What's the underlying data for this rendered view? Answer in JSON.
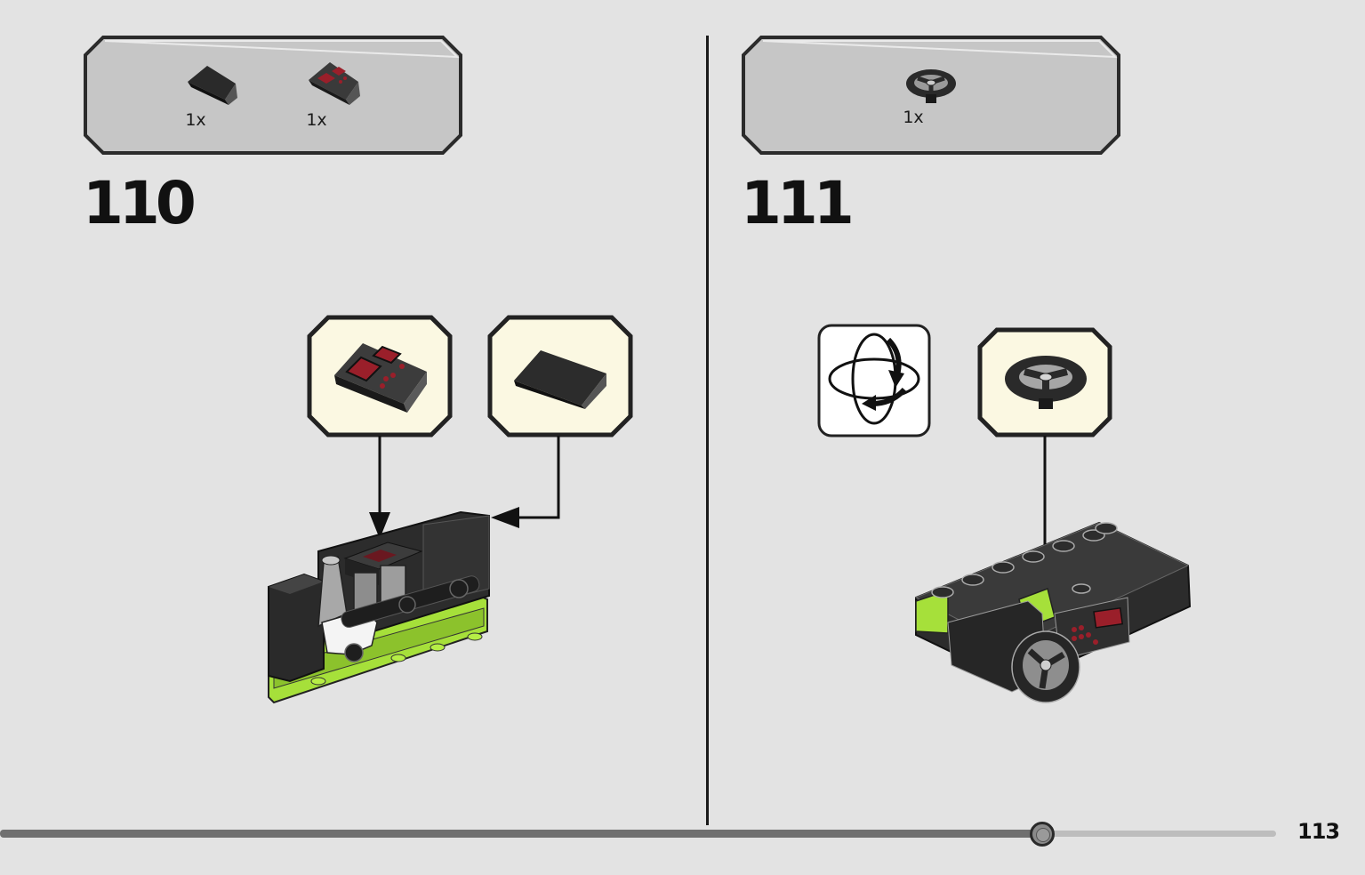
{
  "steps": [
    {
      "number": "110",
      "parts": [
        {
          "qty": "1x",
          "icon": "black-slope-brick-icon"
        },
        {
          "qty": "1x",
          "icon": "printed-control-panel-slope-icon"
        }
      ],
      "callouts": [
        "printed-control-panel-slope-icon",
        "black-slope-brick-icon"
      ]
    },
    {
      "number": "111",
      "parts": [
        {
          "qty": "1x",
          "icon": "steering-wheel-icon"
        }
      ],
      "callouts": [
        "rotate-model-icon",
        "steering-wheel-icon"
      ]
    }
  ],
  "page": {
    "number": "113",
    "progress_percent": 76
  },
  "colors": {
    "background": "#e3e3e3",
    "parts_box": "#c6c6c6",
    "callout_fill": "#fbf8e2",
    "lime": "#a6e03a",
    "brick_black": "#2b2b2b",
    "display_red": "#9a1f2a"
  }
}
